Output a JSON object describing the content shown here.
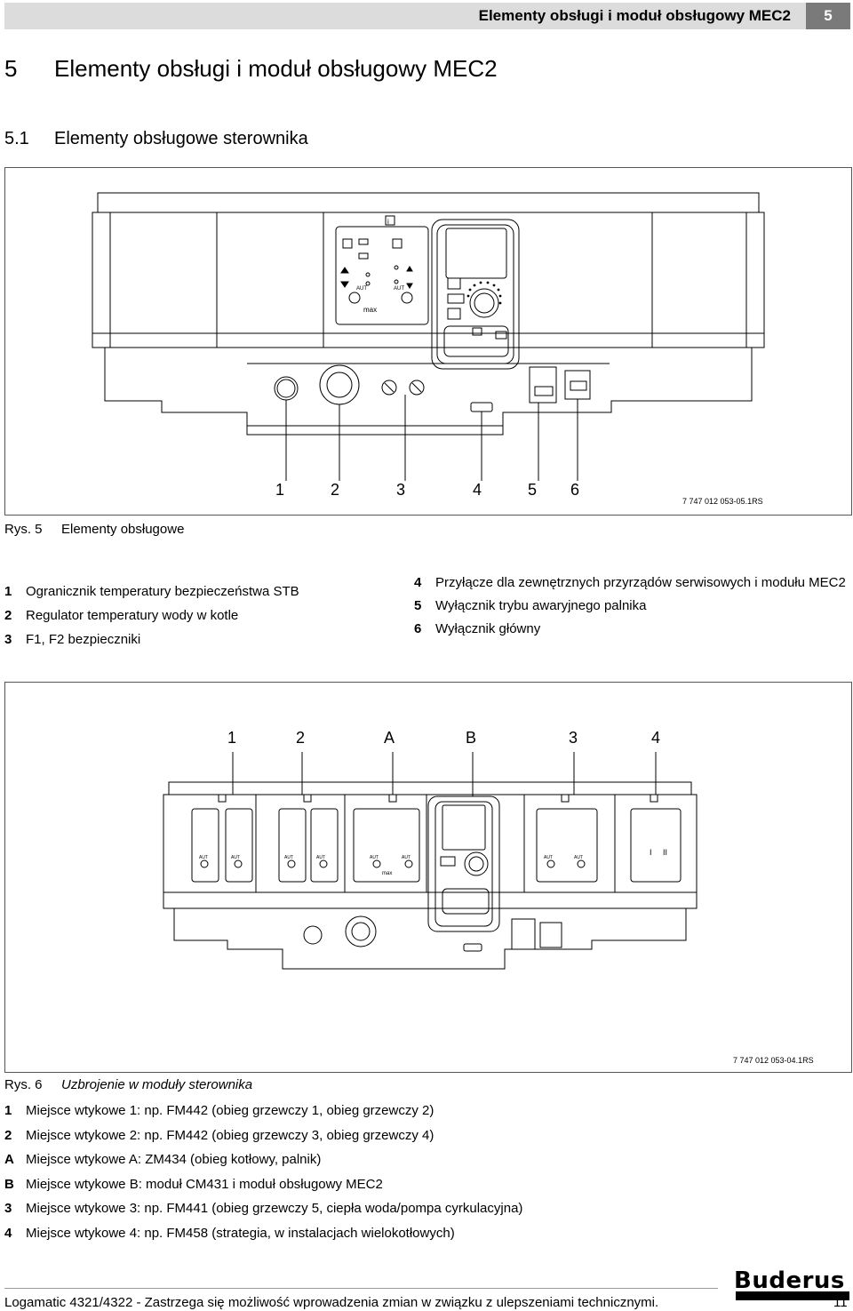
{
  "header": {
    "title": "Elementy obsługi i moduł obsługowy MEC2",
    "chapter": "5"
  },
  "heading1": {
    "num": "5",
    "text": "Elementy obsługi i moduł obsługowy MEC2"
  },
  "heading2": {
    "num": "5.1",
    "text": "Elementy obsługowe sterownika"
  },
  "figure5": {
    "code": "7 747 012 053-05.1RS",
    "callouts": [
      "1",
      "2",
      "3",
      "4",
      "5",
      "6"
    ],
    "caption_num": "Rys. 5",
    "caption_text": "Elementy obsługowe",
    "legend_left": [
      {
        "k": "1",
        "v": "Ogranicznik temperatury bezpieczeństwa STB"
      },
      {
        "k": "2",
        "v": "Regulator temperatury wody w kotle"
      },
      {
        "k": "3",
        "v": "F1, F2 bezpieczniki"
      }
    ],
    "legend_right": [
      {
        "k": "4",
        "v": "Przyłącze dla zewnętrznych przyrządów serwisowych i modułu MEC2"
      },
      {
        "k": "5",
        "v": "Wyłącznik trybu awaryjnego palnika"
      },
      {
        "k": "6",
        "v": "Wyłącznik główny"
      }
    ]
  },
  "figure6": {
    "code": "7 747 012 053-04.1RS",
    "callouts": [
      "1",
      "2",
      "A",
      "B",
      "3",
      "4"
    ],
    "caption_num": "Rys. 6",
    "caption_text": "Uzbrojenie w moduły sterownika",
    "legend": [
      {
        "k": "1",
        "v": "Miejsce wtykowe 1: np. FM442 (obieg grzewczy 1, obieg grzewczy 2)"
      },
      {
        "k": "2",
        "v": "Miejsce wtykowe 2: np. FM442 (obieg grzewczy 3, obieg grzewczy 4)"
      },
      {
        "k": "A",
        "v": "Miejsce wtykowe A: ZM434 (obieg kotłowy, palnik)"
      },
      {
        "k": "B",
        "v": "Miejsce wtykowe B: moduł CM431 i moduł obsługowy MEC2"
      },
      {
        "k": "3",
        "v": "Miejsce wtykowe 3: np. FM441 (obieg grzewczy 5, ciepła woda/pompa cyrkulacyjna)"
      },
      {
        "k": "4",
        "v": "Miejsce wtykowe 4: np. FM458 (strategia, w instalacjach wielokotłowych)"
      }
    ],
    "labels": {
      "aut": "AUT",
      "max": "max",
      "roman1": "I",
      "roman2": "II"
    }
  },
  "footer": {
    "text": "Logamatic 4321/4322 - Zastrzega się możliwość wprowadzenia zmian w związku z ulepszeniami technicznymi.",
    "page": "11",
    "logo": "Buderus"
  }
}
